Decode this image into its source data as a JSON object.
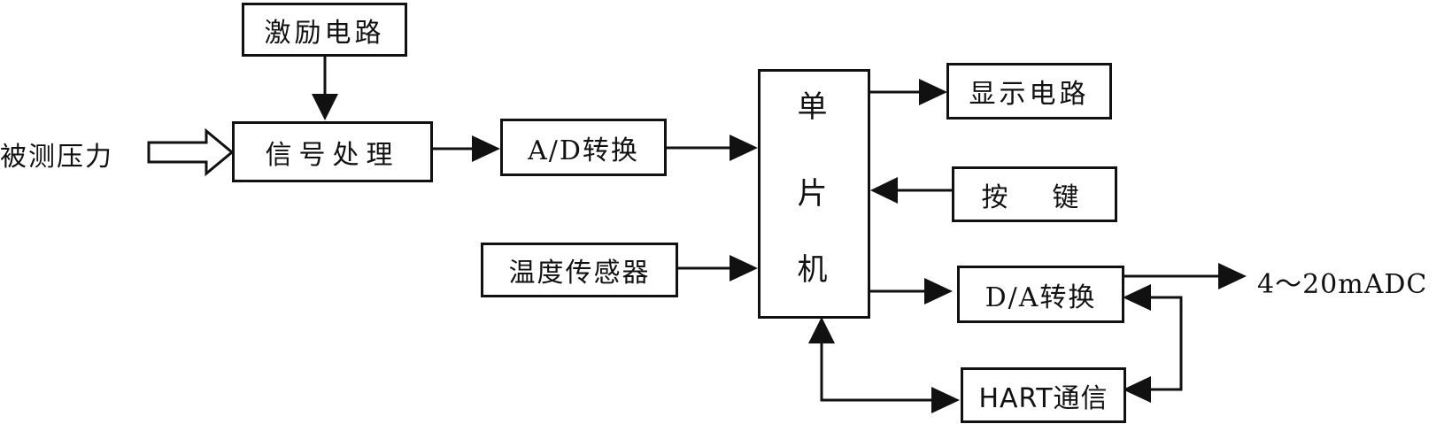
{
  "nodes": {
    "excitation": "激励电路",
    "signal_processing": "信号处理",
    "ad_convert": "A/D转换",
    "temp_sensor": "温度传感器",
    "mcu": [
      "单",
      "片",
      "机"
    ],
    "display": "显示电路",
    "keys": "按　键",
    "da_convert": "D/A转换",
    "hart": "HART通信"
  },
  "labels": {
    "input": "被测压力",
    "output": "4～20mADC"
  }
}
